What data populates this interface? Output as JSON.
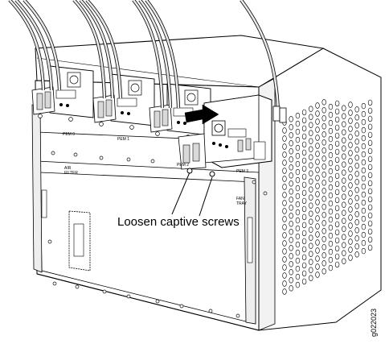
{
  "callout": {
    "text": "Loosen captive screws"
  },
  "figure_id": "g022023",
  "chassis_labels": {
    "pem0": "PEM 0",
    "pem1": "PEM 1",
    "pem2": "PEM 2",
    "pem3": "PEM 3",
    "air_filter_line1": "AIR",
    "air_filter_line2": "FILTER",
    "fan_tray_line1": "FAN",
    "fan_tray_line2": "TRAY"
  },
  "colors": {
    "stroke": "#000000",
    "panel": "#ffffff",
    "shade": "#d9d9d9",
    "cable": "#e8e8e8",
    "arrow": "#000000"
  }
}
